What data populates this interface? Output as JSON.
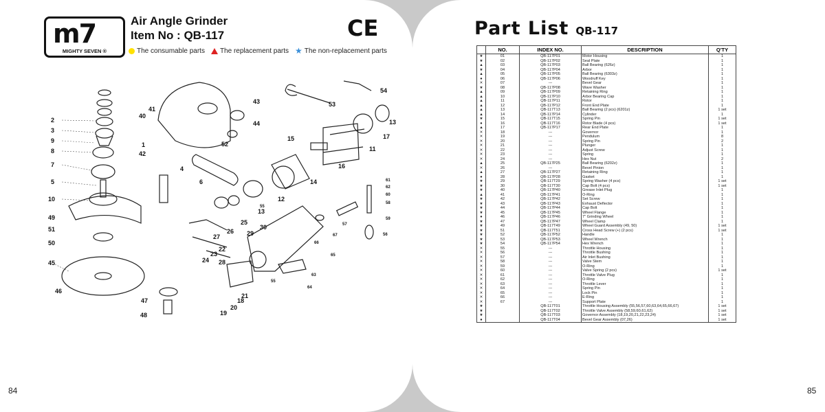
{
  "left_page": {
    "page_number": "84",
    "brand": {
      "logo_text": "m7",
      "logo_subtext": "MIGHTY SEVEN ®"
    },
    "title": "Air Angle Grinder",
    "item_line": "Item No : QB-117",
    "ce_mark": "CE",
    "legend": [
      {
        "icon": "yellow-dot",
        "color": "#ffe100",
        "label": "The consumable parts"
      },
      {
        "icon": "red-triangle",
        "color": "#d22222",
        "label": "The replacement parts"
      },
      {
        "icon": "blue-star",
        "color": "#3a8fd9",
        "label": "The non-replacement parts"
      }
    ],
    "callouts": [
      "2",
      "3",
      "9",
      "8",
      "7",
      "5",
      "10",
      "49",
      "51",
      "50",
      "45",
      "46",
      "48",
      "47",
      "41",
      "40",
      "1",
      "42",
      "43",
      "44",
      "4",
      "6",
      "52",
      "15",
      "53",
      "54",
      "16",
      "14",
      "12",
      "11",
      "17",
      "13",
      "13",
      "25",
      "26",
      "27",
      "28",
      "29",
      "30",
      "24",
      "23",
      "22",
      "21",
      "20",
      "19",
      "18",
      "61",
      "62",
      "60",
      "58",
      "59",
      "57",
      "56",
      "66",
      "67",
      "65",
      "63",
      "64",
      "55",
      "55"
    ]
  },
  "right_page": {
    "page_number": "85",
    "title": "Part List",
    "item_no": "QB-117",
    "table": {
      "headers": [
        "NO.",
        "INDEX NO.",
        "DESCRIPTION",
        "Q'TY"
      ],
      "rows": [
        {
          "sym": "star",
          "no": "01",
          "index": "QB-117P01",
          "desc": "Motor Housing",
          "qty": "1"
        },
        {
          "sym": "star",
          "no": "02",
          "index": "QB-117P02",
          "desc": "Seal Plate",
          "qty": "1"
        },
        {
          "sym": "tri",
          "no": "03",
          "index": "QB-117P03",
          "desc": "Ball Bearing (626z)",
          "qty": "1"
        },
        {
          "sym": "star",
          "no": "04",
          "index": "QB-117P04",
          "desc": "Arbor",
          "qty": "1"
        },
        {
          "sym": "tri",
          "no": "05",
          "index": "QB-117P05",
          "desc": "Ball Bearing (6303z)",
          "qty": "1"
        },
        {
          "sym": "dot",
          "no": "06",
          "index": "QB-117P06",
          "desc": "Woodruff Key",
          "qty": "1"
        },
        {
          "sym": "x",
          "no": "07",
          "index": "---",
          "desc": "Bevel Gear",
          "qty": "1"
        },
        {
          "sym": "star",
          "no": "08",
          "index": "QB-117P08",
          "desc": "Wave Washer",
          "qty": "1"
        },
        {
          "sym": "tri",
          "no": "09",
          "index": "QB-117P09",
          "desc": "Retaining Ring",
          "qty": "1"
        },
        {
          "sym": "tri",
          "no": "10",
          "index": "QB-117P10",
          "desc": "Arbor Bearing Cap",
          "qty": "1"
        },
        {
          "sym": "tri",
          "no": "11",
          "index": "QB-117P11",
          "desc": "Rotor",
          "qty": "1"
        },
        {
          "sym": "tri",
          "no": "12",
          "index": "QB-117P12",
          "desc": "Front End Plate",
          "qty": "1"
        },
        {
          "sym": "tri",
          "no": "13",
          "index": "QB-117T13",
          "desc": "Ball Bearing (2 pcs) (6201z)",
          "qty": "1 set"
        },
        {
          "sym": "tri",
          "no": "14",
          "index": "QB-117P14",
          "desc": "Cylinder",
          "qty": "1"
        },
        {
          "sym": "star",
          "no": "15",
          "index": "QB-117T15",
          "desc": "Spring Pin",
          "qty": "1 set"
        },
        {
          "sym": "dot",
          "no": "16",
          "index": "QB-117T16",
          "desc": "Rotor Blade (4 pcs)",
          "qty": "1 set"
        },
        {
          "sym": "tri",
          "no": "17",
          "index": "QB-117P17",
          "desc": "Rear End Plate",
          "qty": "1"
        },
        {
          "sym": "x",
          "no": "18",
          "index": "---",
          "desc": "Governor",
          "qty": "1"
        },
        {
          "sym": "x",
          "no": "19",
          "index": "---",
          "desc": "Pendulum",
          "qty": "8"
        },
        {
          "sym": "x",
          "no": "20",
          "index": "---",
          "desc": "Spring Pin",
          "qty": "2"
        },
        {
          "sym": "x",
          "no": "21",
          "index": "---",
          "desc": "Plunger",
          "qty": "1"
        },
        {
          "sym": "x",
          "no": "22",
          "index": "---",
          "desc": "Adjust Screw",
          "qty": "1"
        },
        {
          "sym": "x",
          "no": "23",
          "index": "---",
          "desc": "Spring",
          "qty": "1"
        },
        {
          "sym": "x",
          "no": "24",
          "index": "---",
          "desc": "Hex Nut",
          "qty": "2"
        },
        {
          "sym": "tri",
          "no": "25",
          "index": "QB-117P25",
          "desc": "Ball Bearing (6202z)",
          "qty": "1"
        },
        {
          "sym": "x",
          "no": "26",
          "index": "---",
          "desc": "Bevel Pinion",
          "qty": "1"
        },
        {
          "sym": "tri",
          "no": "27",
          "index": "QB-117P27",
          "desc": "Retaining Ring",
          "qty": "1"
        },
        {
          "sym": "dot",
          "no": "28",
          "index": "QB-117P28",
          "desc": "Gasket",
          "qty": "1"
        },
        {
          "sym": "star",
          "no": "29",
          "index": "QB-117T29",
          "desc": "Spring Washer (4 pcs)",
          "qty": "1 set"
        },
        {
          "sym": "star",
          "no": "30",
          "index": "QB-117T30",
          "desc": "Cap Bolt (4 pcs)",
          "qty": "1 set"
        },
        {
          "sym": "star",
          "no": "40",
          "index": "QB-117P40",
          "desc": "Grease Inlet Plug",
          "qty": "1"
        },
        {
          "sym": "tri",
          "no": "41",
          "index": "QB-117P41",
          "desc": "O-Ring",
          "qty": "1"
        },
        {
          "sym": "star",
          "no": "42",
          "index": "QB-117P42",
          "desc": "Set Screw",
          "qty": "1"
        },
        {
          "sym": "star",
          "no": "43",
          "index": "QB-117P43",
          "desc": "Exhaust Deflector",
          "qty": "1"
        },
        {
          "sym": "star",
          "no": "44",
          "index": "QB-117P44",
          "desc": "Cap Bolt",
          "qty": "1"
        },
        {
          "sym": "star",
          "no": "45",
          "index": "QB-117P45",
          "desc": "Wheel Flange",
          "qty": "1"
        },
        {
          "sym": "dot",
          "no": "46",
          "index": "QB-117P46",
          "desc": "7\" Grinding Wheel",
          "qty": "1"
        },
        {
          "sym": "star",
          "no": "47",
          "index": "QB-117P47",
          "desc": "Wheel Clamp",
          "qty": "1"
        },
        {
          "sym": "star",
          "no": "49",
          "index": "QB-117T49",
          "desc": "Wheel Guard Assembly (49, 50)",
          "qty": "1 set"
        },
        {
          "sym": "star",
          "no": "51",
          "index": "QB-117T51",
          "desc": "Cross Head Screw (+) (2 pcs)",
          "qty": "1 set"
        },
        {
          "sym": "star",
          "no": "52",
          "index": "QB-117P52",
          "desc": "Handle",
          "qty": "1"
        },
        {
          "sym": "star",
          "no": "53",
          "index": "QB-117P53",
          "desc": "Wheel Wrench",
          "qty": "1"
        },
        {
          "sym": "star",
          "no": "54",
          "index": "QB-117P54",
          "desc": "Hex Wrench",
          "qty": "1"
        },
        {
          "sym": "x",
          "no": "55",
          "index": "---",
          "desc": "Throttle Housing",
          "qty": "1"
        },
        {
          "sym": "x",
          "no": "56",
          "index": "---",
          "desc": "Throttle Bushing",
          "qty": "1"
        },
        {
          "sym": "x",
          "no": "57",
          "index": "---",
          "desc": "Air Inlet Bushing",
          "qty": "1"
        },
        {
          "sym": "x",
          "no": "58",
          "index": "---",
          "desc": "Valve Stem",
          "qty": "1"
        },
        {
          "sym": "x",
          "no": "59",
          "index": "---",
          "desc": "O-Ring",
          "qty": "1"
        },
        {
          "sym": "x",
          "no": "60",
          "index": "---",
          "desc": "Valve Spring (2 pcs)",
          "qty": "1 set"
        },
        {
          "sym": "x",
          "no": "61",
          "index": "---",
          "desc": "Throttle Valve Plug",
          "qty": "1"
        },
        {
          "sym": "x",
          "no": "62",
          "index": "---",
          "desc": "O-Ring",
          "qty": "1"
        },
        {
          "sym": "x",
          "no": "63",
          "index": "---",
          "desc": "Throttle Lever",
          "qty": "1"
        },
        {
          "sym": "x",
          "no": "64",
          "index": "---",
          "desc": "Spring Pin",
          "qty": "1"
        },
        {
          "sym": "x",
          "no": "65",
          "index": "---",
          "desc": "Lock Pin",
          "qty": "1"
        },
        {
          "sym": "x",
          "no": "66",
          "index": "---",
          "desc": "E-Ring",
          "qty": "1"
        },
        {
          "sym": "x",
          "no": "67",
          "index": "---",
          "desc": "Support Plate",
          "qty": "1"
        },
        {
          "sym": "star",
          "no": "",
          "index": "QB-117T01",
          "desc": "Throttle Housing Assembly (55,56,57,60,63,64,65,66,67)",
          "qty": "1 set"
        },
        {
          "sym": "star",
          "no": "",
          "index": "QB-117T02",
          "desc": "Throttle Valve Assembly (58,59,60,61,62)",
          "qty": "1 set"
        },
        {
          "sym": "star",
          "no": "",
          "index": "QB-117T03",
          "desc": "Governor Assembly (18,19,20,21,22,23,24)",
          "qty": "1 set"
        },
        {
          "sym": "dot",
          "no": "",
          "index": "QB-117T04",
          "desc": "Bevel Gear Assembly (07,26)",
          "qty": "1 set"
        }
      ]
    }
  }
}
